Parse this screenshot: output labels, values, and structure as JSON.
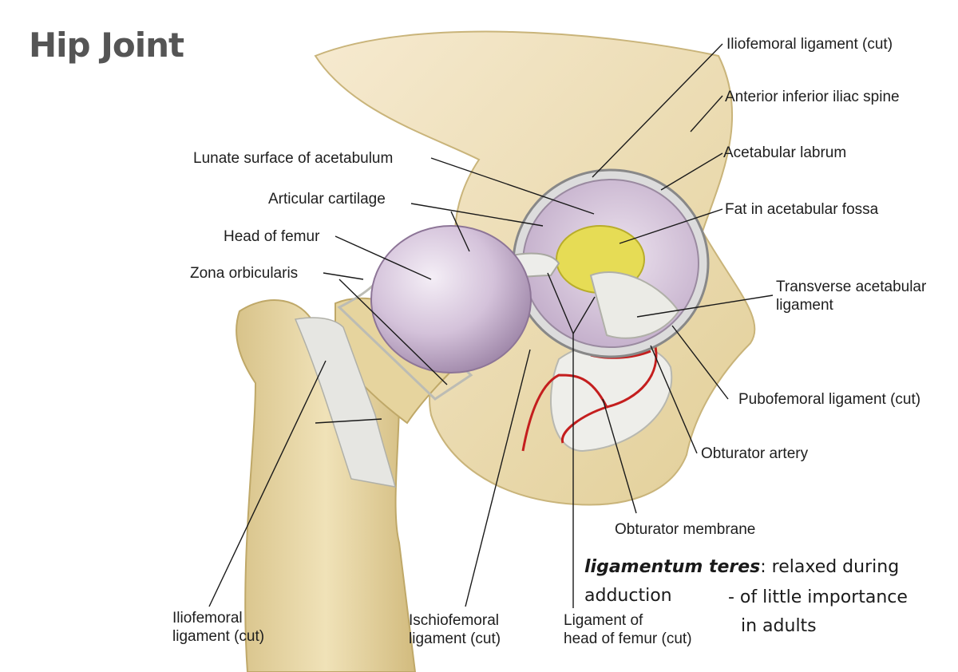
{
  "title": "Hip Joint",
  "colors": {
    "bone": "#ecdcab",
    "bone_shade": "#cdb77c",
    "cartilage": "#d8c8dc",
    "fat": "#e6dc55",
    "artery": "#c41e1e",
    "ligament": "#e6e6e2",
    "leader_line": "#1a1a1a"
  },
  "labels": {
    "iliofemoral_top": "Iliofemoral ligament (cut)",
    "ant_inf_iliac_spine": "Anterior inferior iliac spine",
    "acetabular_labrum": "Acetabular labrum",
    "lunate_surface": "Lunate surface of acetabulum",
    "articular_cartilage": "Articular cartilage",
    "fat_fossa": "Fat in acetabular fossa",
    "head_of_femur": "Head of femur",
    "zona_orbicularis": "Zona orbicularis",
    "transverse_lig_1": "Transverse acetabular",
    "transverse_lig_2": "ligament",
    "pubofemoral": "Pubofemoral ligament (cut)",
    "obturator_artery": "Obturator artery",
    "obturator_membrane": "Obturator membrane",
    "iliofemoral_bottom_1": "Iliofemoral",
    "iliofemoral_bottom_2": "ligament (cut)",
    "ischiofemoral_1": "Ischiofemoral",
    "ischiofemoral_2": "ligament (cut)",
    "lig_head_femur_1": "Ligament of",
    "lig_head_femur_2": "head of femur (cut)"
  },
  "note": {
    "term": "ligamentum teres",
    "line1_rest": ": relaxed during",
    "line2_a": "adduction",
    "line2_b": "- of little importance",
    "line3": "in adults"
  }
}
